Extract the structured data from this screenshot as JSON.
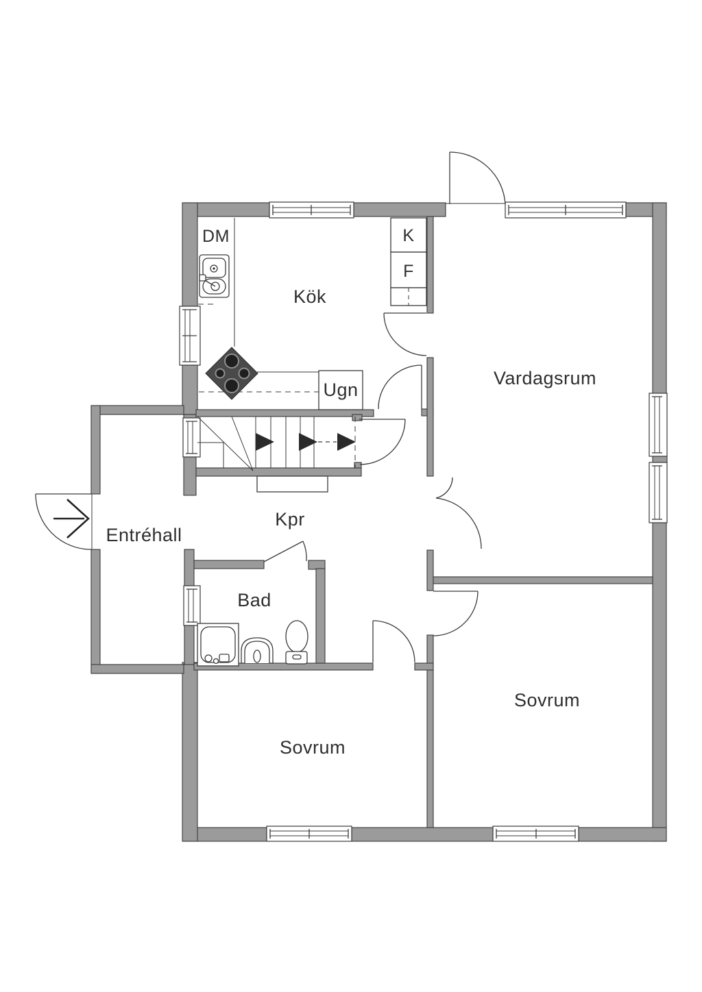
{
  "colors": {
    "wall": "#9b9b9b",
    "outline": "#3a3a3a",
    "floor": "#ffffff",
    "text": "#2e2e2e"
  },
  "rooms": {
    "kitchen": {
      "label": "Kök"
    },
    "living": {
      "label": "Vardagsrum"
    },
    "hall": {
      "label": "Entréhall"
    },
    "corridor": {
      "label": "Kpr"
    },
    "bath": {
      "label": "Bad"
    },
    "bedroom_left": {
      "label": "Sovrum"
    },
    "bedroom_right": {
      "label": "Sovrum"
    }
  },
  "appliances": {
    "dishwasher": {
      "label": "DM"
    },
    "fridge": {
      "label": "K"
    },
    "freezer": {
      "label": "F"
    },
    "oven": {
      "label": "Ugn"
    }
  },
  "icons": {
    "entrance_arrow": "right-chevron-arrow",
    "stair_direction": "right-solid-triangles",
    "stove": "four-burner-hob",
    "kitchen_sink": "double-bowl-sink",
    "shower": "shower-tray",
    "bath_sink": "half-round-basin",
    "toilet": "toilet-with-tank"
  }
}
